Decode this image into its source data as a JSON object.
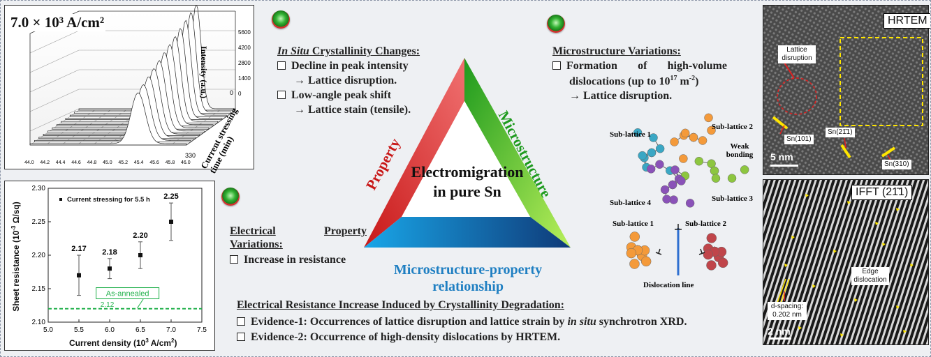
{
  "xrd_panel": {
    "title": "7.0 × 10³ A/cm²",
    "y_axis_label": "Intensity (a.u.)",
    "z_axis_label": "Current stressing time (min)",
    "y_ticks": [
      "5600",
      "4200",
      "2800",
      "1400",
      "0"
    ],
    "z_ticks": [
      "0",
      "330"
    ],
    "x_ticks": [
      "44.0",
      "44.2",
      "44.4",
      "44.6",
      "44.8",
      "45.0",
      "45.2",
      "45.4",
      "45.6",
      "45.8",
      "46.0"
    ]
  },
  "chart_data": {
    "type": "scatter",
    "legend": "Current stressing for 5.5 h",
    "x": [
      5.5,
      6.0,
      6.5,
      7.0
    ],
    "y": [
      2.17,
      2.18,
      2.2,
      2.25
    ],
    "point_labels": [
      "2.17",
      "2.18",
      "2.20",
      "2.25"
    ],
    "error": [
      0.03,
      0.015,
      0.02,
      0.028
    ],
    "xlabel": "Current density (10³ A/cm²)",
    "ylabel": "Sheet resistance (10⁻³ Ω/sq)",
    "xlim": [
      5.0,
      7.5
    ],
    "ylim": [
      2.1,
      2.3
    ],
    "x_ticks": [
      "5.0",
      "5.5",
      "6.0",
      "6.5",
      "7.0",
      "7.5"
    ],
    "y_ticks": [
      "2.10",
      "2.15",
      "2.20",
      "2.25",
      "2.30"
    ],
    "reference_line": {
      "value": 2.12,
      "label": "2.12",
      "box_label": "As-annealed",
      "color": "#22b14c"
    }
  },
  "crystallinity": {
    "title_italic": "In Situ",
    "title_rest": " Crystallinity Changes:",
    "items": [
      {
        "line1": "Decline in peak intensity",
        "line2": "→ Lattice disruption."
      },
      {
        "line1": "Low-angle peak shift",
        "line2": "→ Lattice stain (tensile)."
      }
    ]
  },
  "microstructure_variations": {
    "title": "Microstructure Variations:",
    "line1a": "Formation",
    "line1b": "of",
    "line1c": "high-volume",
    "line2": "dislocations (up to 10",
    "line2_sup": "17",
    "line2_tail": " m",
    "line2_sup2": "-2",
    "line2_end": ")",
    "line3": "→ Lattice disruption."
  },
  "electrical": {
    "title_a": "Electrical",
    "title_b": "Property",
    "title_c": "Variations:",
    "item": "Increase in resistance"
  },
  "triangle": {
    "left": "Property",
    "right": "Microstructure",
    "center_line1": "Electromigration",
    "center_line2": "in pure Sn",
    "bottom_line1": "Microstructure-property",
    "bottom_line2": "relationship"
  },
  "lattice_diagram": {
    "sub1": "Sub-lattice 1",
    "sub2": "Sub-lattice 2",
    "sub3": "Sub-lattice 3",
    "sub4": "Sub-lattice 4",
    "weak": "Weak bonding",
    "sub1b": "Sub-lattice 1",
    "sub2b": "Sub-lattice 2",
    "disloc": "Dislocation line"
  },
  "conclusion": {
    "title": "Electrical Resistance Increase  Induced by Crystallinity Degradation:",
    "ev1_a": "Evidence-1: Occurrences of lattice disruption and lattice strain by ",
    "ev1_i": "in situ",
    "ev1_b": " synchrotron XRD.",
    "ev2": "Evidence-2: Occurrence of high-density dislocations by HRTEM."
  },
  "hrtem": {
    "label": "HRTEM",
    "lattice": "Lattice disruption",
    "sn101": "Sn(101)",
    "sn211": "Sn(21̄1)",
    "sn310": "Sn(310)",
    "scale": "5 nm"
  },
  "ifft": {
    "label": "IFFT (21̄1)",
    "edge": "Edge dislocation",
    "dspacing": "d-spacing: 0.202 nm",
    "scale": "2 nm"
  }
}
